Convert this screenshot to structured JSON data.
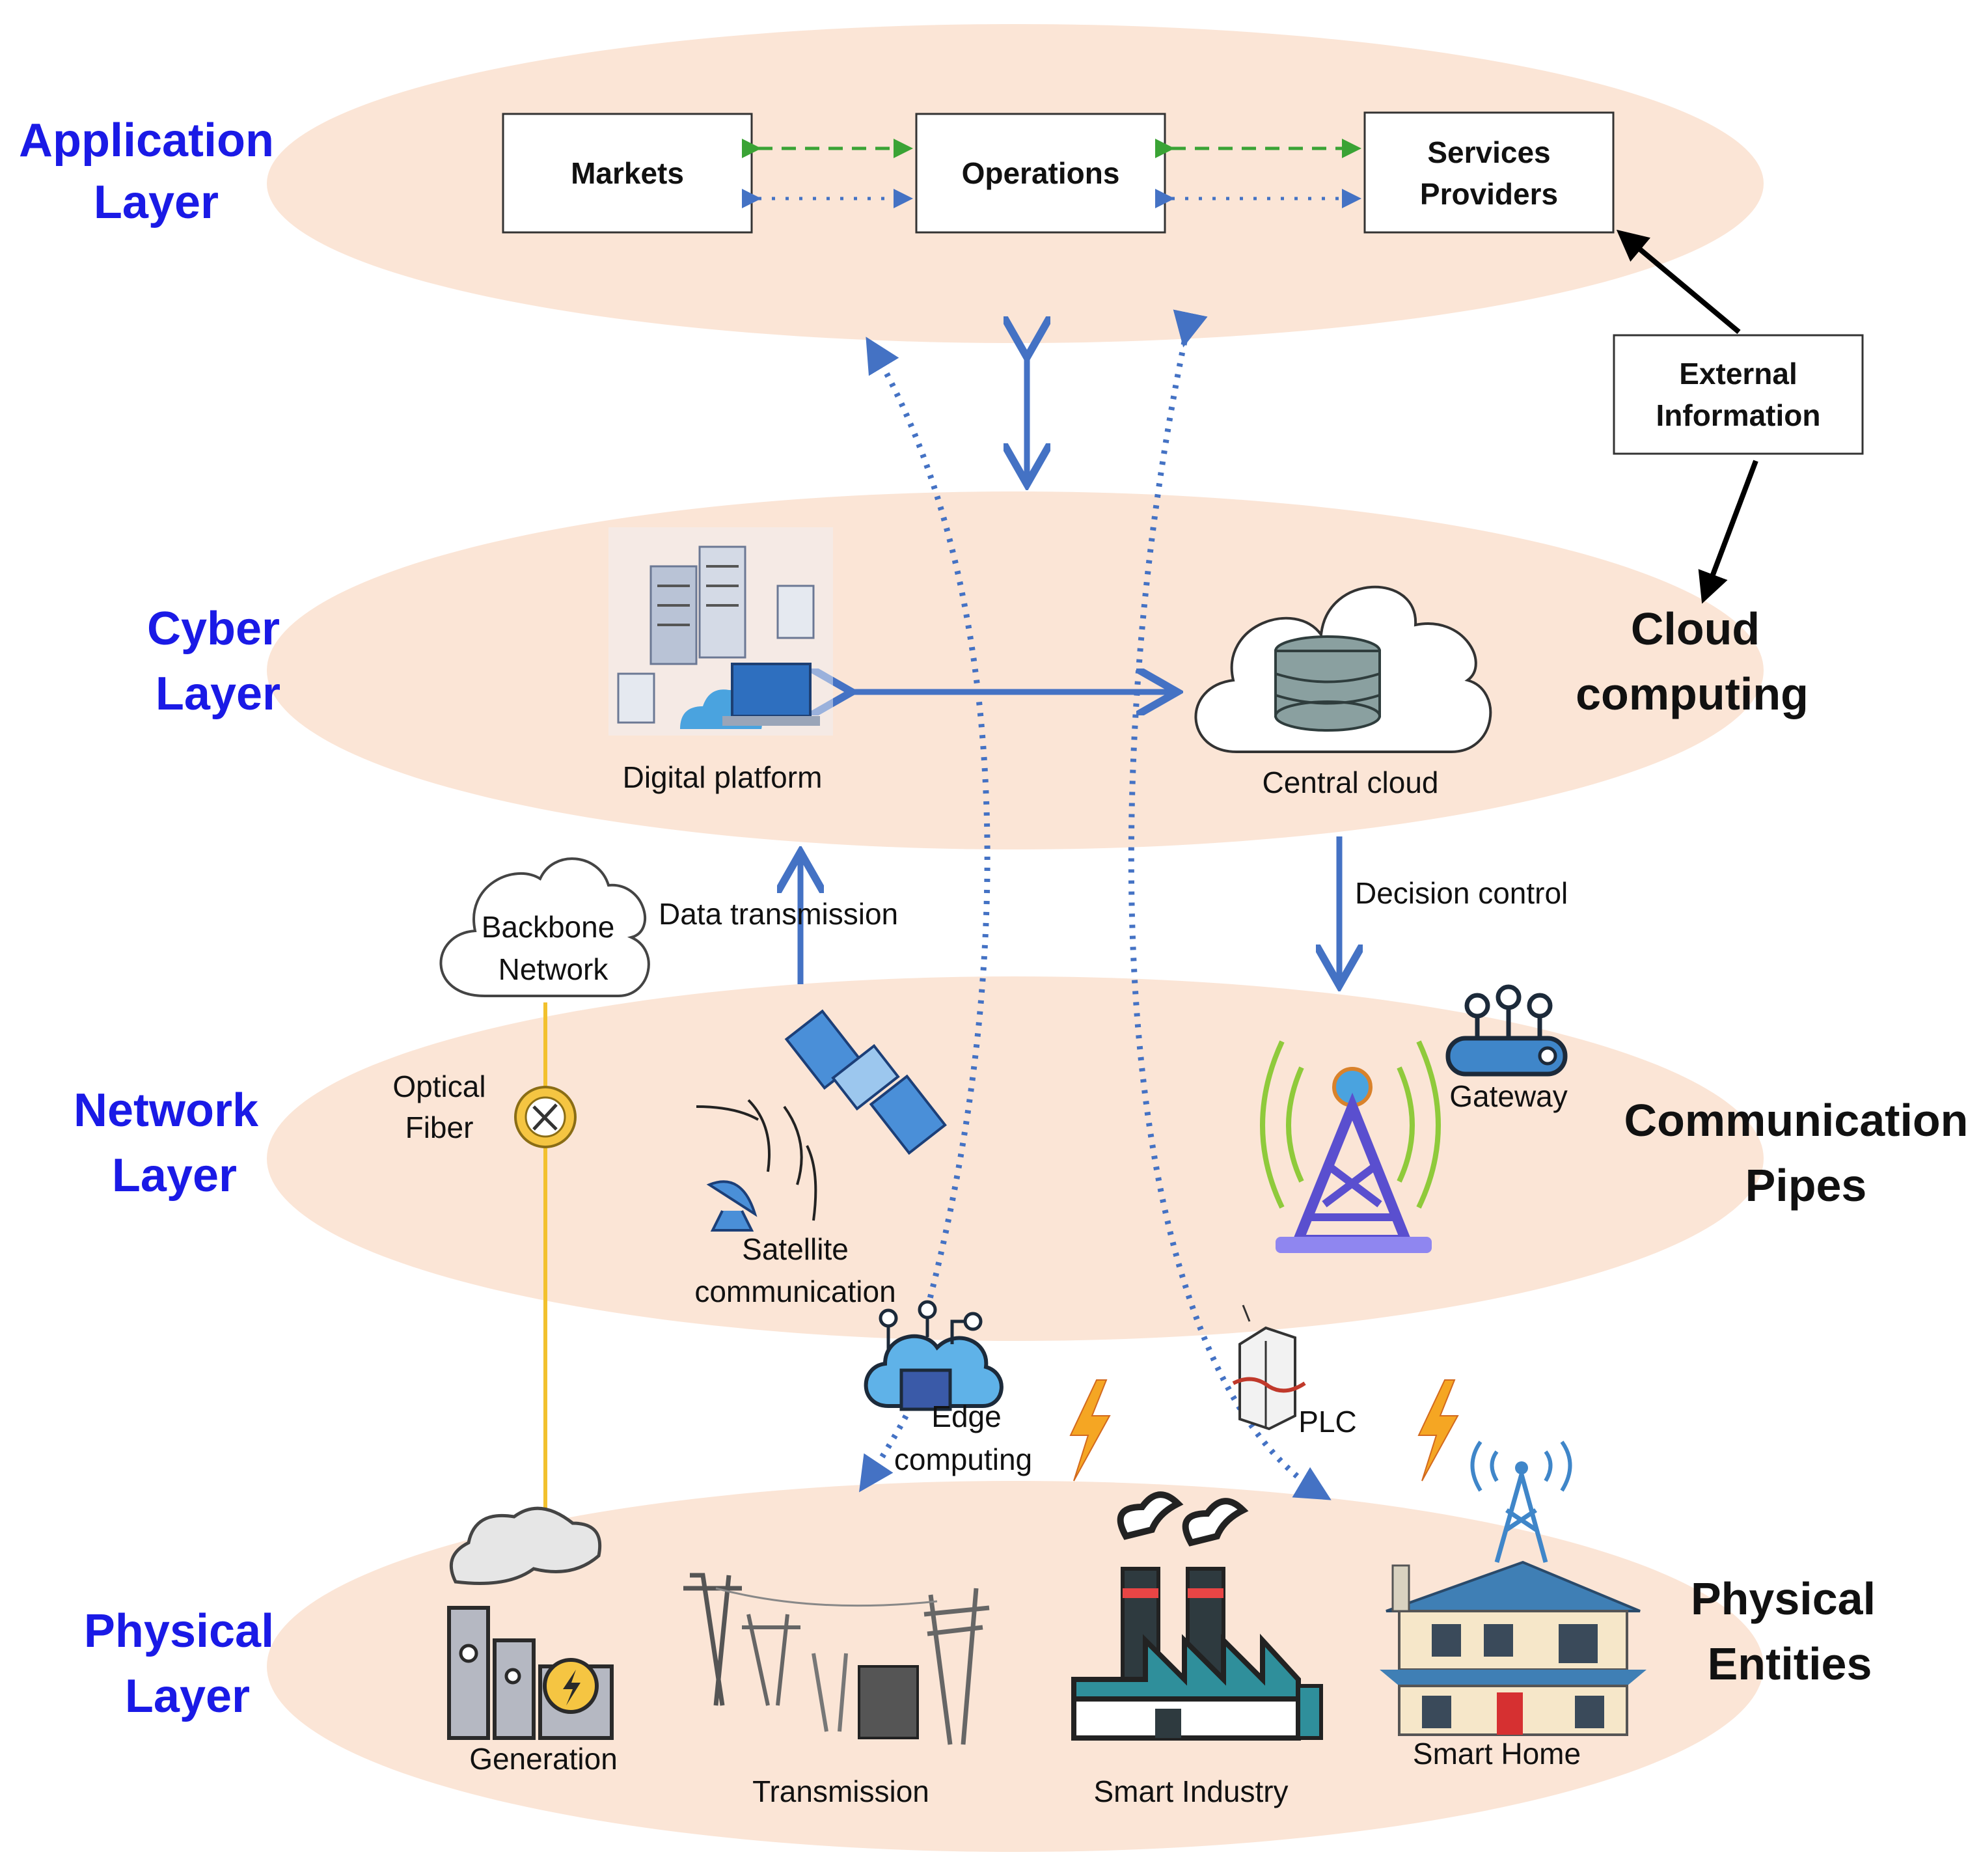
{
  "layers": [
    {
      "id": "application",
      "line1": "Application",
      "line2": "Layer"
    },
    {
      "id": "cyber",
      "line1": "Cyber",
      "line2": "Layer"
    },
    {
      "id": "network",
      "line1": "Network",
      "line2": "Layer"
    },
    {
      "id": "physical",
      "line1": "Physical",
      "line2": "Layer"
    }
  ],
  "side_labels": {
    "cloud": {
      "line1": "Cloud",
      "line2": "computing"
    },
    "pipes": {
      "line1": "Communication",
      "line2": "Pipes"
    },
    "entities": {
      "line1": "Physical",
      "line2": "Entities"
    }
  },
  "boxes": {
    "markets": {
      "line1": "Markets"
    },
    "operations": {
      "line1": "Operations"
    },
    "services": {
      "line1": "Services",
      "line2": "Providers"
    },
    "external": {
      "line1": "External",
      "line2": "Information"
    }
  },
  "captions": {
    "digital_platform": "Digital platform",
    "central_cloud": "Central cloud",
    "backbone_line1": "Backbone",
    "backbone_line2": "Network",
    "data_transmission": "Data transmission",
    "decision_control": "Decision control",
    "optical_line1": "Optical",
    "optical_line2": "Fiber",
    "satellite_line1": "Satellite",
    "satellite_line2": "communication",
    "gateway": "Gateway",
    "edge_line1": "Edge",
    "edge_line2": "computing",
    "plc": "PLC",
    "generation": "Generation",
    "transmission": "Transmission",
    "smart_industry": "Smart Industry",
    "smart_home": "Smart Home"
  },
  "colors": {
    "ellipse_fill": "#fbe5d6",
    "layer_label": "#1a1ae6",
    "arrow_blue": "#4472c4",
    "arrow_green": "#3aa335",
    "fiber": "#f2c12e",
    "lightning": "#f5a623"
  },
  "icons": [
    "server-icon",
    "cloud-database-icon",
    "backbone-cloud-icon",
    "satellite-icon",
    "dish-icon",
    "antenna-tower-icon",
    "gateway-router-icon",
    "fiber-gear-icon",
    "edge-computing-icon",
    "plc-device-icon",
    "lightning-icon",
    "power-plant-icon",
    "transmission-tower-icon",
    "factory-icon",
    "smart-home-icon"
  ]
}
